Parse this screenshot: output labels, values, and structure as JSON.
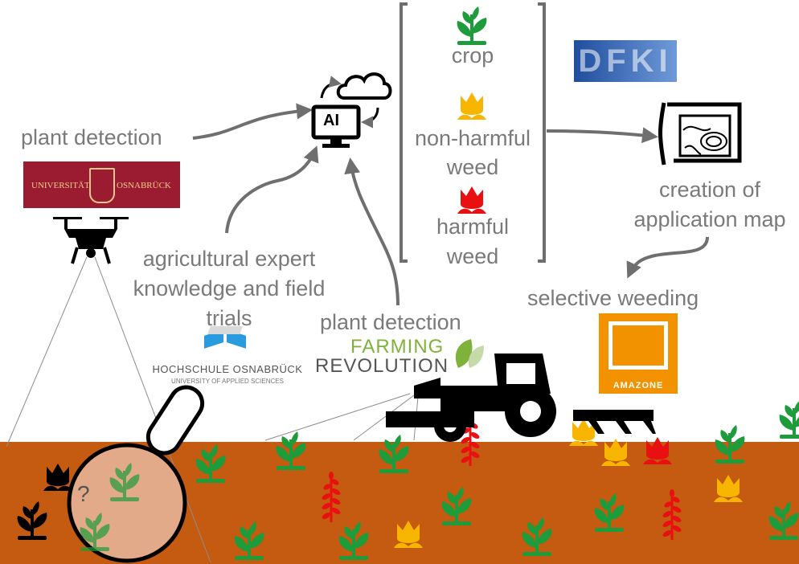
{
  "labels": {
    "plant_detection_left": "plant detection",
    "ag_expert_line1": "agricultural expert",
    "ag_expert_line2": "knowledge and field",
    "ag_expert_line3": "trials",
    "plant_detection_mid": "plant detection",
    "crop": "crop",
    "non_harmful_line1": "non-harmful",
    "non_harmful_line2": "weed",
    "harmful_line1": "harmful",
    "harmful_line2": "weed",
    "application_map_line1": "creation of",
    "application_map_line2": "application map",
    "selective_weeding": "selective weeding",
    "ai_badge": "AI"
  },
  "logos": {
    "uni_osnabrueck_left": "UNIVERSITÄT",
    "uni_osnabrueck_right": "OSNABRÜCK",
    "hs_osnabrueck_title": "HOCHSCHULE OSNABRÜCK",
    "hs_osnabrueck_subtitle": "UNIVERSITY OF APPLIED SCIENCES",
    "farming": "FARMING",
    "revolution": "REVOLUTION",
    "amazone": "AMAZONE",
    "dfki": "DFKI"
  },
  "colors": {
    "soil": "#c55a11",
    "crop_green": "#1e9b3a",
    "nonharmful_yellow": "#f7b500",
    "harmful_red": "#e81010",
    "text_gray": "#7a7a7a",
    "uni_red": "#9b1b30",
    "amazone_orange": "#f39200",
    "dfki_blue": "#1f4e9e"
  },
  "icons": [
    "drone-icon",
    "ai-computer-cloud-icon",
    "map-scroll-icon",
    "tractor-icon",
    "magnifier-icon",
    "weeder-tool-icon"
  ]
}
